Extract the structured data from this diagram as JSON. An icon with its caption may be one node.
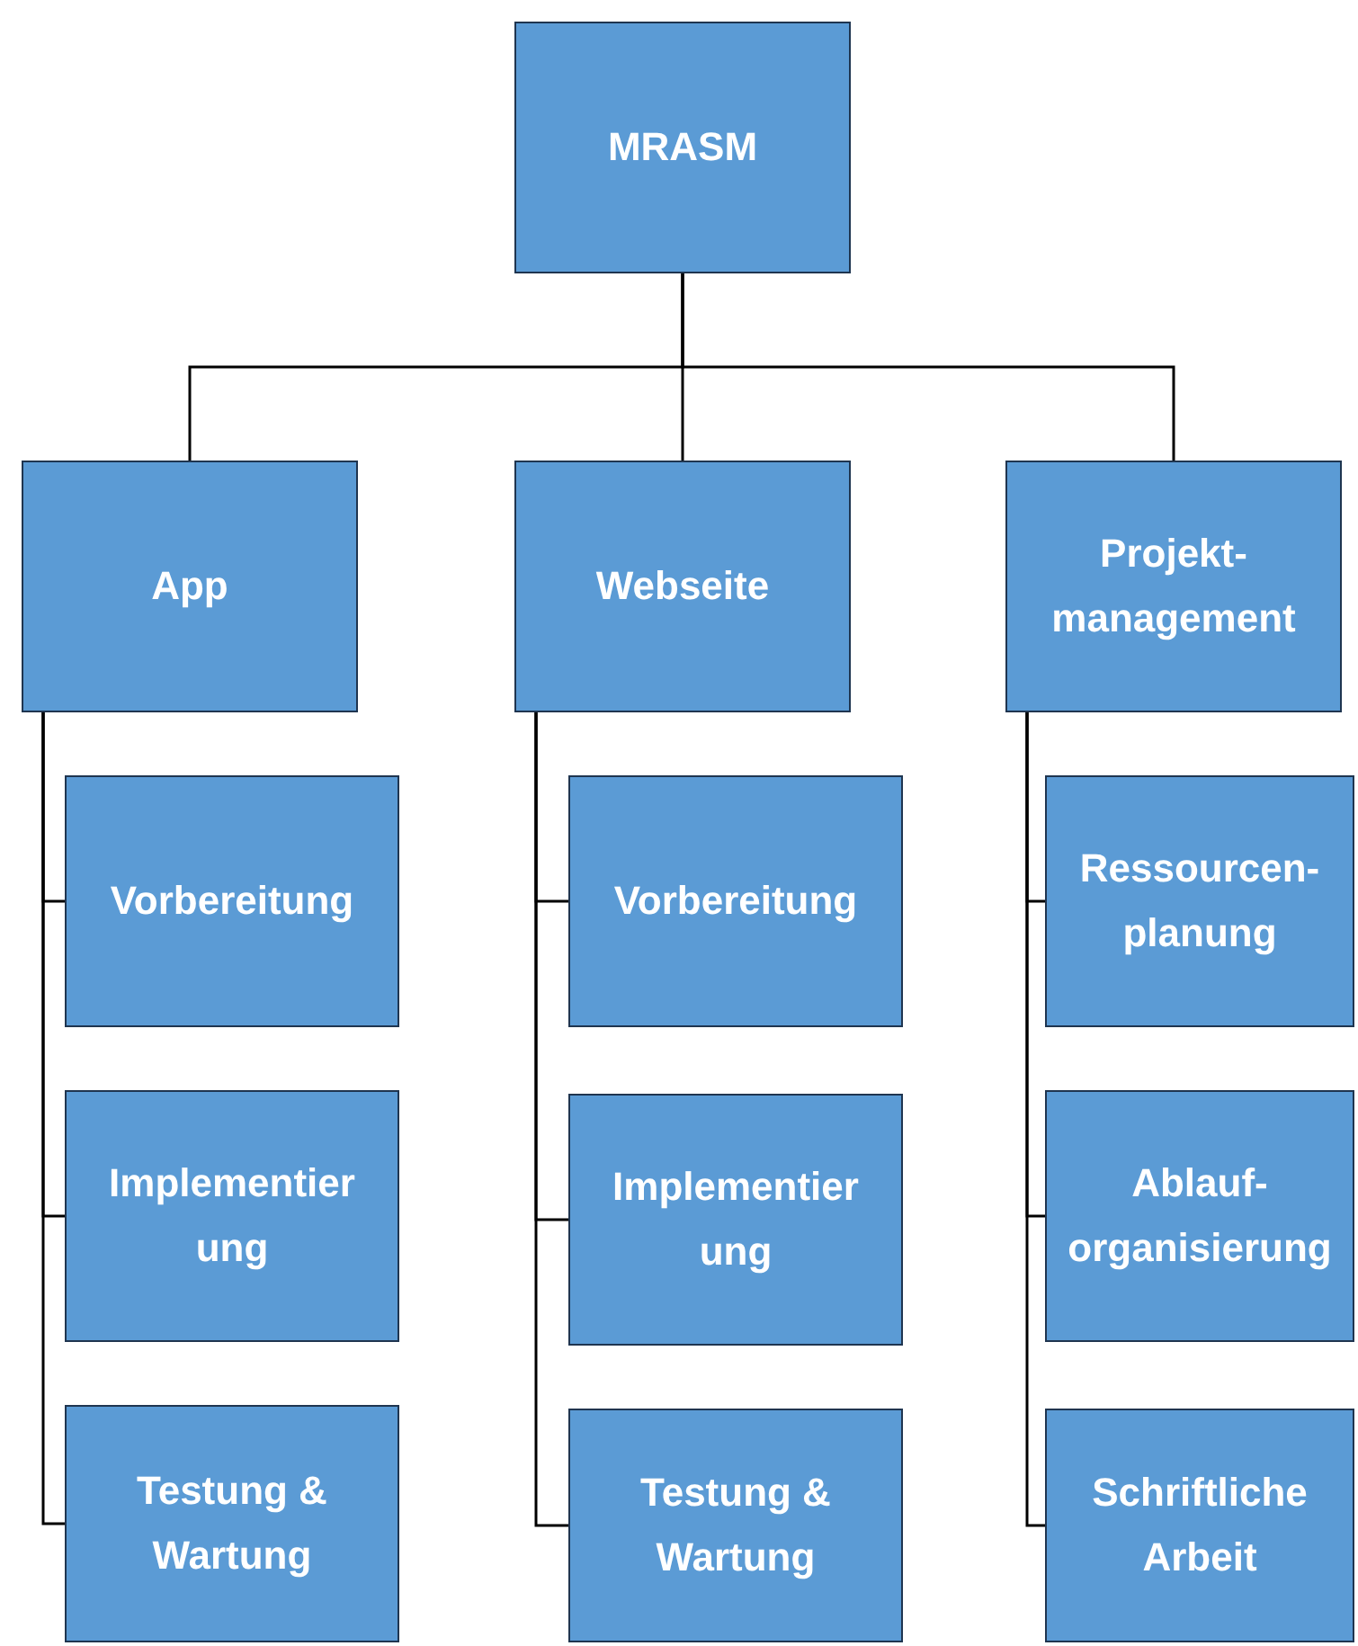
{
  "diagram": {
    "nodes": [
      {
        "text": [
          "MRASM"
        ]
      },
      {
        "text": [
          "App"
        ]
      },
      {
        "text": [
          "Webseite"
        ]
      },
      {
        "text": [
          "Projekt-management"
        ]
      },
      {
        "text": [
          "Vorbereitung"
        ]
      },
      {
        "text": [
          "Implementier ung"
        ]
      },
      {
        "text": [
          "Testung & Wartung"
        ]
      },
      {
        "text": [
          "Vorbereitung"
        ]
      },
      {
        "text": [
          "Implementier ung"
        ]
      },
      {
        "text": [
          "Testung & Wartung"
        ]
      },
      {
        "text": [
          "Ressourcen-planung"
        ]
      },
      {
        "text": [
          "Ablauf-organisierung"
        ]
      },
      {
        "text": [
          "Schriftliche Arbeit"
        ]
      }
    ],
    "edges": [
      {
        "from": 0,
        "to": 1,
        "arrow": "none"
      },
      {
        "from": 0,
        "to": 2,
        "arrow": "none"
      },
      {
        "from": 0,
        "to": 3,
        "arrow": "none"
      },
      {
        "from": 1,
        "to": 4,
        "arrow": "none"
      },
      {
        "from": 1,
        "to": 5,
        "arrow": "none"
      },
      {
        "from": 1,
        "to": 6,
        "arrow": "none"
      },
      {
        "from": 2,
        "to": 7,
        "arrow": "none"
      },
      {
        "from": 2,
        "to": 8,
        "arrow": "none"
      },
      {
        "from": 2,
        "to": 9,
        "arrow": "none"
      },
      {
        "from": 3,
        "to": 10,
        "arrow": "none"
      },
      {
        "from": 3,
        "to": 11,
        "arrow": "none"
      },
      {
        "from": 3,
        "to": 12,
        "arrow": "none"
      }
    ]
  }
}
